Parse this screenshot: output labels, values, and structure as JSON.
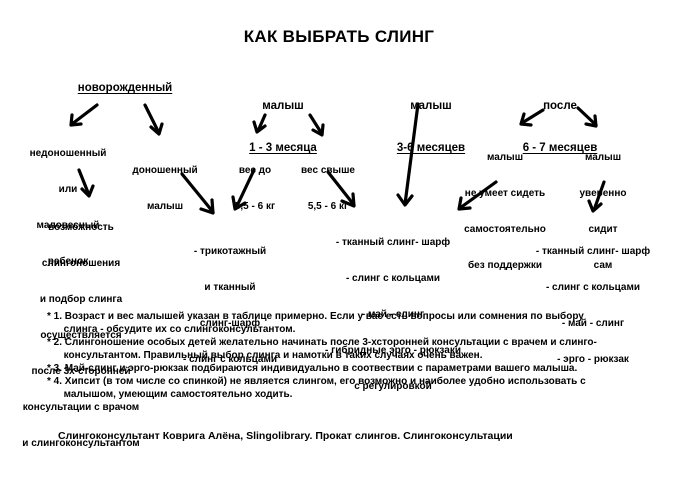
{
  "title": "КАК ВЫБРАТЬ СЛИНГ",
  "age_headers": [
    {
      "id": "newborn",
      "lines": [
        "новорожденный"
      ]
    },
    {
      "id": "baby13",
      "lines": [
        "малыш",
        "1 - 3 месяца"
      ]
    },
    {
      "id": "baby36",
      "lines": [
        "малыш",
        "3-6 месяцев"
      ]
    },
    {
      "id": "after67",
      "lines": [
        "после",
        "6 - 7 месяцев"
      ]
    }
  ],
  "conditions": [
    {
      "id": "premature",
      "lines": [
        "недоношенный",
        "или",
        "маловесный",
        "ребенок"
      ]
    },
    {
      "id": "fullterm",
      "lines": [
        "доношенный",
        "малыш"
      ]
    },
    {
      "id": "weight-under",
      "lines": [
        "вес до",
        "5,5 - 6 кг"
      ]
    },
    {
      "id": "weight-over",
      "lines": [
        "вес свыше",
        "5,5 - 6 кг"
      ]
    },
    {
      "id": "cannot-sit",
      "lines": [
        "малыш",
        "не умеет сидеть",
        "самостоятельно",
        "без поддержки"
      ]
    },
    {
      "id": "sits",
      "lines": [
        "малыш",
        "уверенно",
        "сидит",
        "сам"
      ]
    }
  ],
  "results": [
    {
      "id": "consult",
      "lines": [
        "возможность",
        "слингоношения",
        "и подбор слинга",
        "осуществляется",
        "после 3х-сторонней",
        "консультации с врачом",
        "и слингоконсультантом"
      ]
    },
    {
      "id": "knit",
      "lines": [
        "- трикотажный",
        "и тканный",
        "слинг-шарф",
        "- слинг с кольцами"
      ]
    },
    {
      "id": "woven-hybrid",
      "lines": [
        "- тканный слинг- шарф",
        "- слинг с кольцами",
        "- май - слинг",
        "- гибридные эрго - рюкзаки",
        "с регулировкой"
      ]
    },
    {
      "id": "woven-ergo",
      "lines": [
        "- тканный слинг- шарф",
        "- слинг с кольцами",
        "- май - слинг",
        "- эрго - рюкзак"
      ]
    }
  ],
  "notes": [
    "* 1. Возраст и вес малышей указан в таблице примерно. Если у вас есть вопросы или сомнения по выбору\n      слинга - обсудите их со слингоконсультантом.",
    "* 2. Слингоношение особых детей желательно начинать после 3-хсторонней консультации с врачем и слинго-\n      консультантом. Правильный выбор слинга и намотки в таких случаях очень важен.",
    "* 3. Май-слинг и эрго-рюкзак подбираются индивидуально в соотвествии с параметрами вашего малыша.",
    "* 4. Хипсит (в том числе со спинкой) не является слингом, его возможно и наиболее удобно использовать с\n      малышом, умеющим самостоятельно ходить."
  ],
  "footer": "Слингоконсультант Коврига Алёна, Slingolibrary. Прокат слингов. Слингоконсультации"
}
